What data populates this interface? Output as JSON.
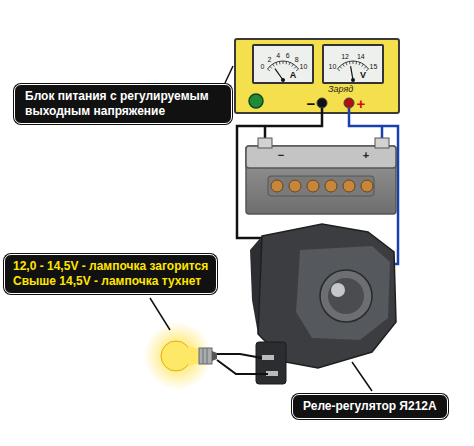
{
  "diagram": {
    "nodes": [
      {
        "text": [
          "Блок питания с регулируемым выходным напряжение"
        ]
      },
      {
        "text": [
          "Заряд"
        ]
      },
      {
        "text": [
          "0",
          "2",
          "4",
          "6",
          "8",
          "10",
          "A"
        ],
        "in": 1
      },
      {
        "text": [
          "10",
          "12",
          "14",
          "15",
          "V"
        ],
        "in": 1
      },
      {
        "text": [
          "12,0 - 14,5V - лампочка загорится",
          "Свыше 14,5V - лампочка тухнет"
        ]
      },
      {
        "text": [
          "Реле-регулятор Я212А"
        ]
      }
    ],
    "labels": [
      "−",
      "+",
      "−",
      "+"
    ]
  }
}
